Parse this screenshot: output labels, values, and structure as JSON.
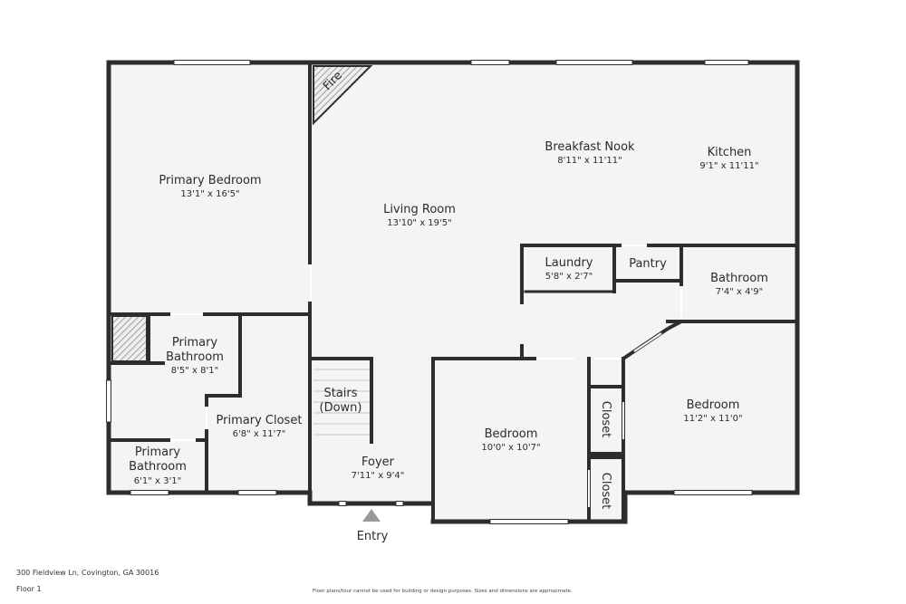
{
  "rooms": {
    "primary_bedroom": {
      "name": "Primary Bedroom",
      "dim": "13'1\" x 16'5\""
    },
    "living_room": {
      "name": "Living Room",
      "dim": "13'10\" x 19'5\""
    },
    "breakfast_nook": {
      "name": "Breakfast Nook",
      "dim": "8'11\" x 11'11\""
    },
    "kitchen": {
      "name": "Kitchen",
      "dim": "9'1\" x 11'11\""
    },
    "laundry": {
      "name": "Laundry",
      "dim": "5'8\" x 2'7\""
    },
    "pantry": {
      "name": "Pantry"
    },
    "bathroom": {
      "name": "Bathroom",
      "dim": "7'4\" x 4'9\""
    },
    "primary_bathroom_1": {
      "name_line1": "Primary",
      "name_line2": "Bathroom",
      "dim": "8'5\" x 8'1\""
    },
    "primary_closet": {
      "name": "Primary Closet",
      "dim": "6'8\" x 11'7\""
    },
    "primary_bathroom_2": {
      "name_line1": "Primary",
      "name_line2": "Bathroom",
      "dim": "6'1\" x 3'1\""
    },
    "stairs": {
      "name_line1": "Stairs",
      "name_line2": "(Down)"
    },
    "foyer": {
      "name": "Foyer",
      "dim": "7'11\" x 9'4\""
    },
    "bedroom_1": {
      "name": "Bedroom",
      "dim": "10'0\" x 10'7\""
    },
    "bedroom_2": {
      "name": "Bedroom",
      "dim": "11'2\" x 11'0\""
    },
    "closet_1": {
      "name": "Closet"
    },
    "closet_2": {
      "name": "Closet"
    },
    "fire": {
      "name": "Fire"
    }
  },
  "entry_label": "Entry",
  "footer": {
    "address": "300 Fieldview Ln, Covington, GA 30016",
    "floor": "Floor 1",
    "disclaimer": "Floor plans/tour cannot be used for building or design purposes. Sizes and dimensions are approximate."
  },
  "colors": {
    "wall": "#2d2d2d",
    "floor": "#f4f4f4",
    "window": "#ffffff",
    "hatch": "#7a7a7a"
  }
}
